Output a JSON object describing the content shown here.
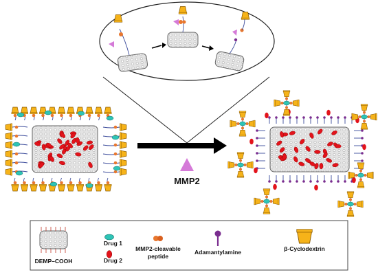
{
  "center_label": "MMP2",
  "legend": {
    "items": [
      {
        "icon": "nanoparticle-icon",
        "label": "DEMP–COOH"
      },
      {
        "icon": "drug-1-icon",
        "label": "Drug 1"
      },
      {
        "icon": "drug-2-icon",
        "label": "Drug 2"
      },
      {
        "icon": "peptide-icon",
        "label_line1": "MMP2-cleavable",
        "label_line2": "peptide"
      },
      {
        "icon": "adamantylamine-icon",
        "label": "Adamantylamine"
      },
      {
        "icon": "cyclodextrin-icon",
        "label": "β-Cyclodextrin"
      }
    ]
  },
  "colors": {
    "drug1": "#2ec4b6",
    "drug2": "#e3131b",
    "peptide": "#e8772e",
    "adamantylamine": "#7a2d8f",
    "cyclodextrin": "#f6b319",
    "mmp2": "#d57ad8",
    "silica": "#d9d9d9"
  }
}
